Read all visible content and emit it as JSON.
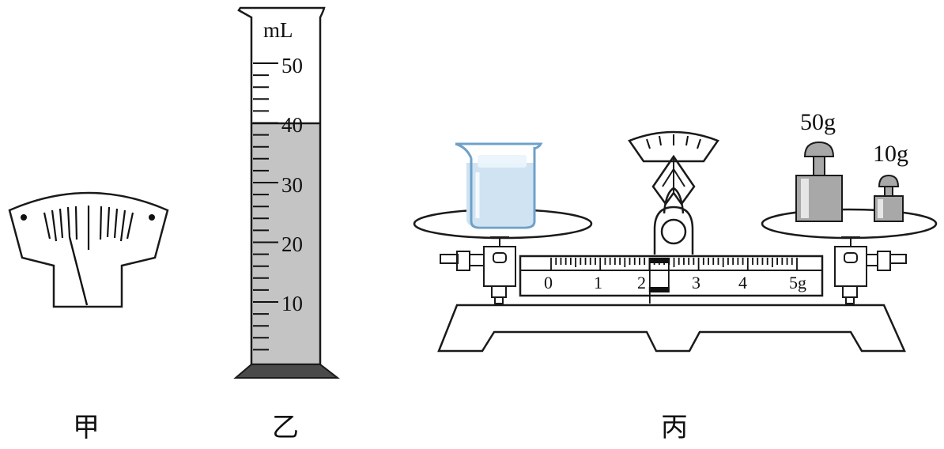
{
  "figures": {
    "jia": {
      "caption": "甲"
    },
    "yi": {
      "caption": "乙",
      "unit": "mL",
      "scale_labels": [
        "50",
        "40",
        "30",
        "20",
        "10"
      ],
      "liquid_level_ml": 40,
      "max_ml": 50
    },
    "bing": {
      "caption": "丙",
      "beam_scale_labels": [
        "0",
        "1",
        "2",
        "3",
        "4",
        "5g"
      ],
      "rider_position_g": 2.2,
      "weights": [
        {
          "label": "50g"
        },
        {
          "label": "10g"
        }
      ]
    }
  },
  "colors": {
    "liquid": "#c4c4c4",
    "base": "#4a4a4a",
    "weight": "#a8a8a8",
    "beaker_water": "#cfe3f3",
    "stroke": "#1a1a1a"
  }
}
